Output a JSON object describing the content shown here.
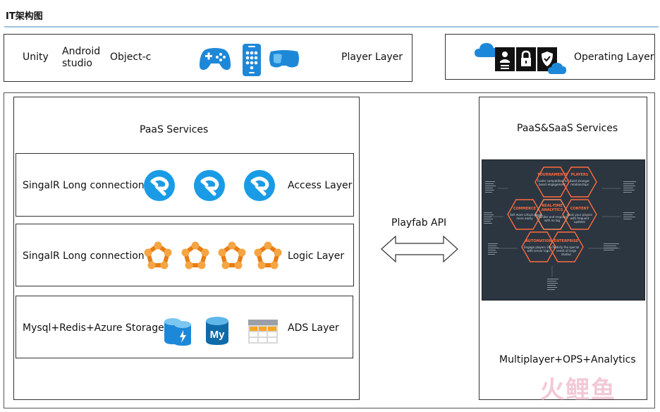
{
  "header": {
    "title": "IT架构图"
  },
  "player_layer": {
    "items": [
      "Unity",
      "Android\nstudio",
      "Object-c"
    ],
    "label": "Player Layer",
    "icons": [
      "gamepad-icon",
      "mobile-phone-icon",
      "vr-headset-icon"
    ]
  },
  "operating_layer": {
    "label": "Operating Layer",
    "icons": [
      "cloud-icon",
      "id-badge-icon",
      "lock-icon",
      "shield-check-icon",
      "cloud-icon"
    ]
  },
  "paas": {
    "title": "PaaS Services",
    "access": {
      "text": "SingalR Long connection",
      "label": "Access Layer",
      "icon": "signalr-icon"
    },
    "logic": {
      "text": "SingalR Long connection",
      "label": "Logic Layer",
      "icon": "service-fabric-icon"
    },
    "ads": {
      "text": "Mysql+Redis+Azure Storage",
      "label": "ADS Layer",
      "icons": [
        "azure-sql-database-icon",
        "mysql-database-icon",
        "table-storage-icon"
      ]
    }
  },
  "middle": {
    "api_label": "Playfab API"
  },
  "saas": {
    "title": "PaaS&SaaS Services",
    "footer": "Multiplayer+OPS+Analytics",
    "hexes": [
      {
        "title": "TOURNAMENTS",
        "sub": "Foster competition to\nboost engagement"
      },
      {
        "title": "PLAYERS",
        "sub": "Build stronger\nrelationships"
      },
      {
        "title": "COMMERCE",
        "sub": "Sell more virtual goods,\nmore easily"
      },
      {
        "title": "REAL-TIME\nANALYTICS",
        "sub": "Monitor and respond\nwith no lag"
      },
      {
        "title": "CONTENT",
        "sub": "Hook your players\nwith frequent\nupdates"
      },
      {
        "title": "AUTOMATION",
        "sub": "Engage players 24x7\nwith server logic"
      },
      {
        "title": "ENTERPRISE",
        "sub": "Satisfy the special\nneeds of large\nstudios"
      }
    ]
  },
  "watermark": "火鲤鱼",
  "colors": {
    "rule": "#9ec3df",
    "blue_icon": "#1e88d8",
    "orange_icon": "#f08a24",
    "panel": "#2b3641",
    "hex_accent": "#ff6a3d",
    "arrow": "#333333"
  }
}
